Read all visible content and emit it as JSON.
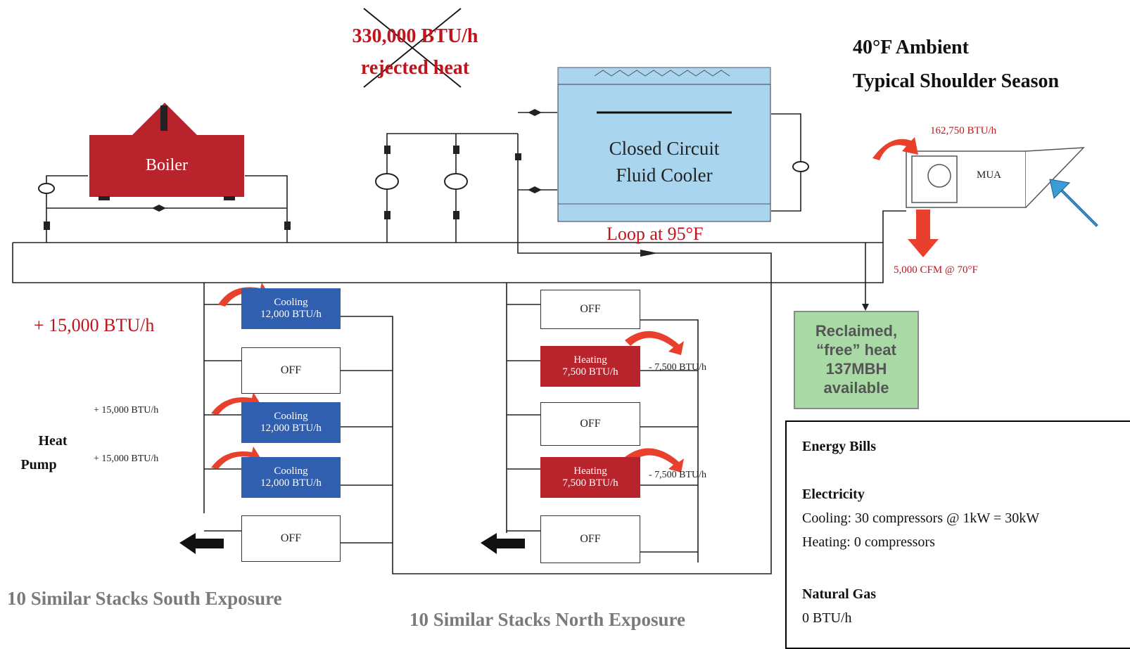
{
  "rejected_heat": {
    "line1": "330,000 BTU/h",
    "line2": "rejected heat",
    "status": "crossed out"
  },
  "conditions": {
    "line1": "40°F Ambient",
    "line2": "Typical Shoulder Season"
  },
  "boiler": {
    "label": "Boiler"
  },
  "fluid_cooler": {
    "line1": "Closed Circuit",
    "line2": "Fluid Cooler"
  },
  "loop": {
    "label": "Loop at 95°F"
  },
  "mua": {
    "label": "MUA",
    "heat": "162,750 BTU/h",
    "airflow": "5,000 CFM @ 70°F"
  },
  "reclaimed": {
    "line1": "Reclaimed,",
    "line2": "“free” heat",
    "line3": "137MBH",
    "line4": "available"
  },
  "south_stack": {
    "gain_label": "+ 15,000 BTU/h",
    "units": [
      {
        "line1": "Cooling",
        "line2": "12,000 BTU/h",
        "side": "",
        "mode": "cooling"
      },
      {
        "line1": "OFF",
        "line2": "",
        "side": "",
        "mode": "off"
      },
      {
        "line1": "Cooling",
        "line2": "12,000 BTU/h",
        "side": "+ 15,000 BTU/h",
        "mode": "cooling"
      },
      {
        "line1": "Cooling",
        "line2": "12,000 BTU/h",
        "side": "+ 15,000 BTU/h",
        "mode": "cooling"
      },
      {
        "line1": "OFF",
        "line2": "",
        "side": "",
        "mode": "off"
      }
    ],
    "caption": "10 Similar Stacks South Exposure"
  },
  "north_stack": {
    "units": [
      {
        "line1": "OFF",
        "line2": "",
        "side": "",
        "mode": "off"
      },
      {
        "line1": "Heating",
        "line2": "7,500 BTU/h",
        "side": "- 7,500 BTU/h",
        "mode": "heating"
      },
      {
        "line1": "OFF",
        "line2": "",
        "side": "",
        "mode": "off"
      },
      {
        "line1": "Heating",
        "line2": "7,500 BTU/h",
        "side": "- 7,500 BTU/h",
        "mode": "heating"
      },
      {
        "line1": "OFF",
        "line2": "",
        "side": "",
        "mode": "off"
      }
    ],
    "caption": "10 Similar Stacks North Exposure"
  },
  "heat_pump_label": {
    "line1": "Heat",
    "line2": "Pump"
  },
  "energy_bills": {
    "title": "Energy Bills",
    "electricity_heading": "Electricity",
    "cooling": "Cooling: 30 compressors @ 1kW = 30kW",
    "heating": "Heating: 0 compressors",
    "gas_heading": "Natural Gas",
    "gas_value": "0 BTU/h"
  }
}
